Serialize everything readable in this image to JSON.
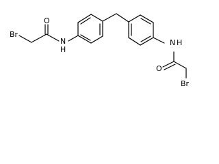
{
  "molecule": {
    "atoms": {
      "br_left": "Br",
      "o_left": "O",
      "n_left": "N",
      "h_left": "H",
      "n_right": "N",
      "h_right": "H",
      "o_right": "O",
      "br_right": "Br"
    }
  },
  "colors": {
    "bond": "#000000",
    "label": "#000000",
    "background": "#ffffff"
  }
}
